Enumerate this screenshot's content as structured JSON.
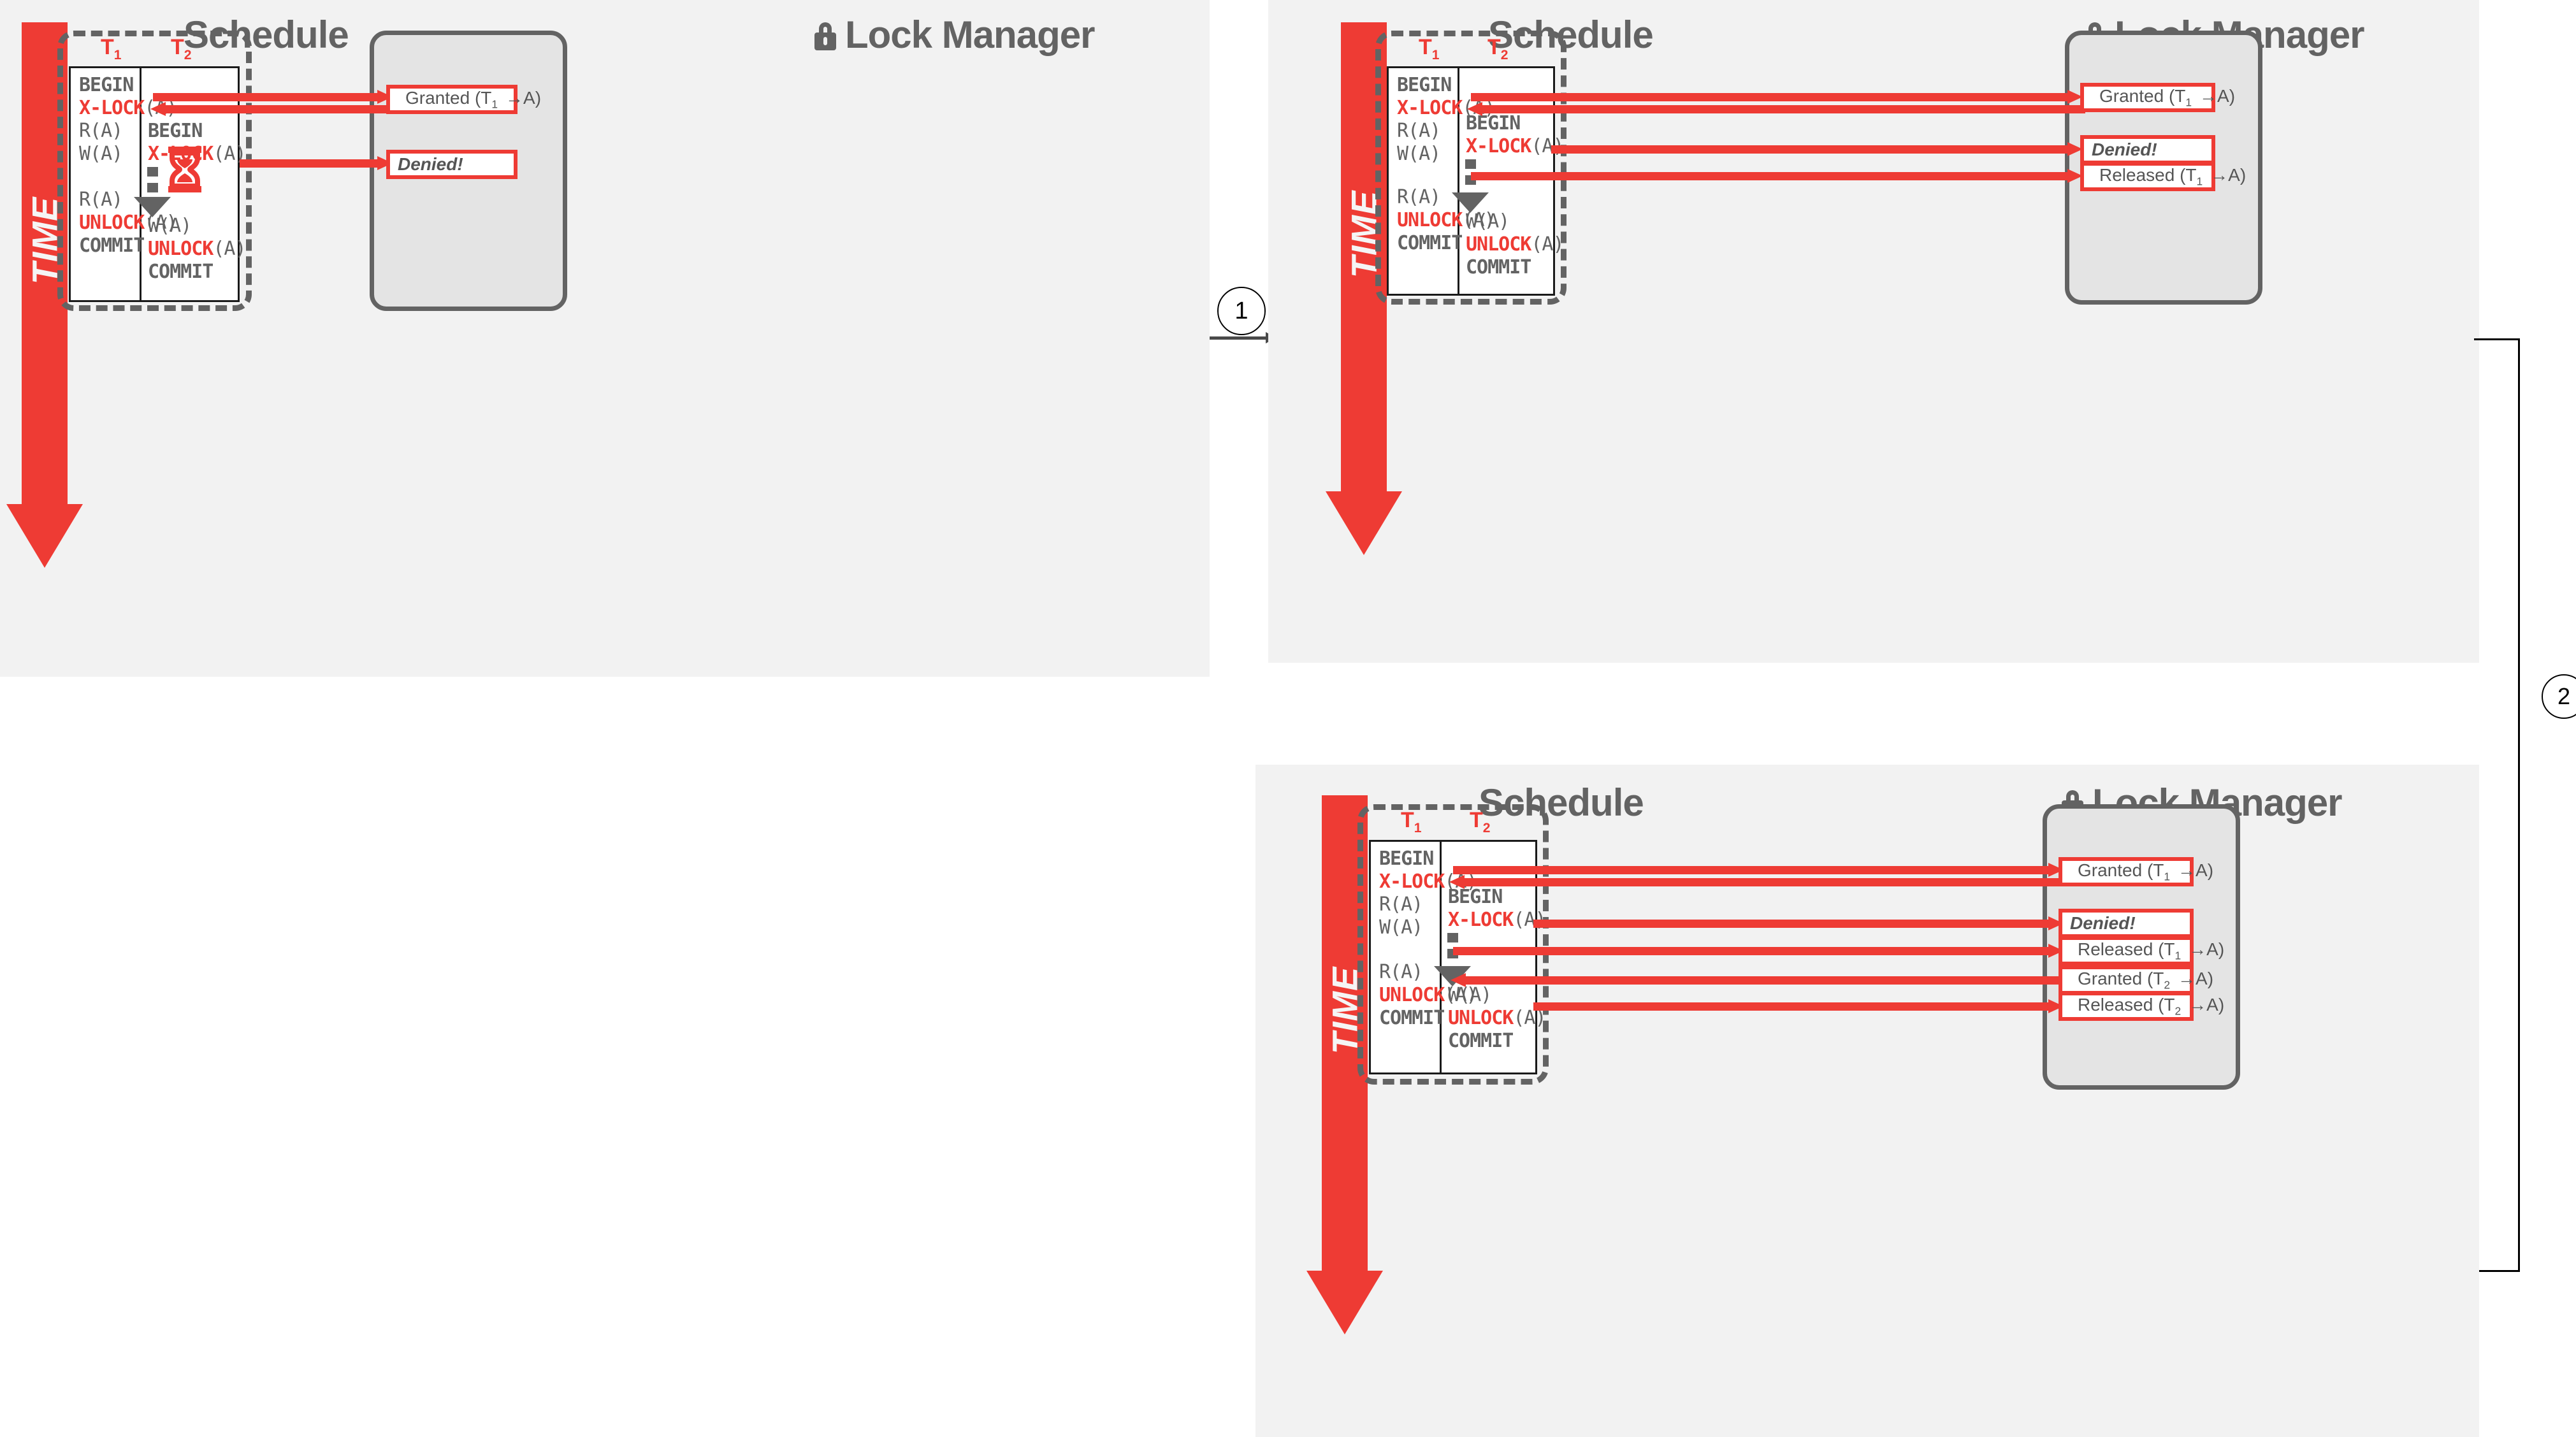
{
  "titles": {
    "schedule": "Schedule",
    "lock_manager": "Lock Manager",
    "time": "TIME",
    "lock_icon": "lock-icon"
  },
  "transactions": {
    "t1": "T",
    "t1sub": "1",
    "t2": "T",
    "t2sub": "2"
  },
  "ops": {
    "begin": "BEGIN",
    "xlock": "X-LOCK",
    "unlock": "UNLOCK",
    "commit": "COMMIT",
    "read": "R(A)",
    "write": "W(A)",
    "arg": "(A)"
  },
  "colors": {
    "red": "#ee3b34",
    "gray_text": "#636363",
    "panel_bg": "#f2f2f2",
    "lm_bg": "#e4e4e4",
    "table_bg": "#ffffff",
    "border_dark": "#1a1a1a"
  },
  "panels": [
    {
      "id": "panel-1",
      "schedule": {
        "t1": [
          "BEGIN",
          "X-LOCK(A)",
          "R(A)",
          "W(A)",
          "",
          "R(A)",
          "UNLOCK(A)",
          "COMMIT"
        ],
        "t2": [
          "BEGIN",
          "X-LOCK(A)",
          "waiting",
          "W(A)",
          "UNLOCK(A)",
          "COMMIT"
        ],
        "waiting_icon": "hourglass-icon"
      },
      "lock_manager": {
        "messages": [
          {
            "text": "Granted (T",
            "sub": "1",
            "tail": "→A)",
            "style": "normal"
          },
          {
            "text": "Denied!",
            "sub": "",
            "tail": "",
            "style": "italic"
          }
        ]
      }
    },
    {
      "id": "panel-2",
      "schedule": {
        "t1": [
          "BEGIN",
          "X-LOCK(A)",
          "R(A)",
          "W(A)",
          "",
          "R(A)",
          "UNLOCK(A)",
          "COMMIT"
        ],
        "t2": [
          "BEGIN",
          "X-LOCK(A)",
          "waiting",
          "W(A)",
          "UNLOCK(A)",
          "COMMIT"
        ]
      },
      "lock_manager": {
        "messages": [
          {
            "text": "Granted (T",
            "sub": "1",
            "tail": "→A)",
            "style": "normal"
          },
          {
            "text": "Denied!",
            "sub": "",
            "tail": "",
            "style": "italic"
          },
          {
            "text": "Released (T",
            "sub": "1",
            "tail": "→A)",
            "style": "normal"
          }
        ]
      }
    },
    {
      "id": "panel-3",
      "schedule": {
        "t1": [
          "BEGIN",
          "X-LOCK(A)",
          "R(A)",
          "W(A)",
          "",
          "R(A)",
          "UNLOCK(A)",
          "COMMIT"
        ],
        "t2": [
          "BEGIN",
          "X-LOCK(A)",
          "waiting",
          "W(A)",
          "UNLOCK(A)",
          "COMMIT"
        ]
      },
      "lock_manager": {
        "messages": [
          {
            "text": "Granted (T",
            "sub": "1",
            "tail": "→A)",
            "style": "normal"
          },
          {
            "text": "Denied!",
            "sub": "",
            "tail": "",
            "style": "italic"
          },
          {
            "text": "Released (T",
            "sub": "1",
            "tail": "→A)",
            "style": "normal"
          },
          {
            "text": "Granted (T",
            "sub": "2",
            "tail": "→A)",
            "style": "normal"
          },
          {
            "text": "Released (T",
            "sub": "2",
            "tail": "→A)",
            "style": "normal"
          }
        ]
      }
    }
  ],
  "steps": {
    "one": "1",
    "two": "2"
  },
  "p1": {
    "t1": {
      "l1": "BEGIN",
      "l2a": "X-LOCK",
      "l2b": "(A)",
      "l3": "R(A)",
      "l4": "W(A)",
      "l5": "R(A)",
      "l6a": "UNLOCK",
      "l6b": "(A)",
      "l7": "COMMIT"
    },
    "t2": {
      "l1": "BEGIN",
      "l2a": "X-LOCK",
      "l2b": "(A)",
      "l3": "W(A)",
      "l4a": "UNLOCK",
      "l4b": "(A)",
      "l5": "COMMIT"
    },
    "m1": "Granted (T",
    "m1s": "1",
    "m1t": "→A)",
    "m2": "Denied!"
  },
  "p2": {
    "t1": {
      "l1": "BEGIN",
      "l2a": "X-LOCK",
      "l2b": "(A)",
      "l3": "R(A)",
      "l4": "W(A)",
      "l5": "R(A)",
      "l6a": "UNLOCK",
      "l6b": "(A)",
      "l7": "COMMIT"
    },
    "t2": {
      "l1": "BEGIN",
      "l2a": "X-LOCK",
      "l2b": "(A)",
      "l3": "W(A)",
      "l4a": "UNLOCK",
      "l4b": "(A)",
      "l5": "COMMIT"
    },
    "m1": "Granted (T",
    "m1s": "1",
    "m1t": "→A)",
    "m2": "Denied!",
    "m3": "Released (T",
    "m3s": "1",
    "m3t": "→A)"
  },
  "p3": {
    "t1": {
      "l1": "BEGIN",
      "l2a": "X-LOCK",
      "l2b": "(A)",
      "l3": "R(A)",
      "l4": "W(A)",
      "l5": "R(A)",
      "l6a": "UNLOCK",
      "l6b": "(A)",
      "l7": "COMMIT"
    },
    "t2": {
      "l1": "BEGIN",
      "l2a": "X-LOCK",
      "l2b": "(A)",
      "l3": "W(A)",
      "l4a": "UNLOCK",
      "l4b": "(A)",
      "l5": "COMMIT"
    },
    "m1": "Granted (T",
    "m1s": "1",
    "m1t": "→A)",
    "m2": "Denied!",
    "m3": "Released (T",
    "m3s": "1",
    "m3t": "→A)",
    "m4": "Granted (T",
    "m4s": "2",
    "m4t": "→A)",
    "m5": "Released (T",
    "m5s": "2",
    "m5t": "→A)"
  }
}
